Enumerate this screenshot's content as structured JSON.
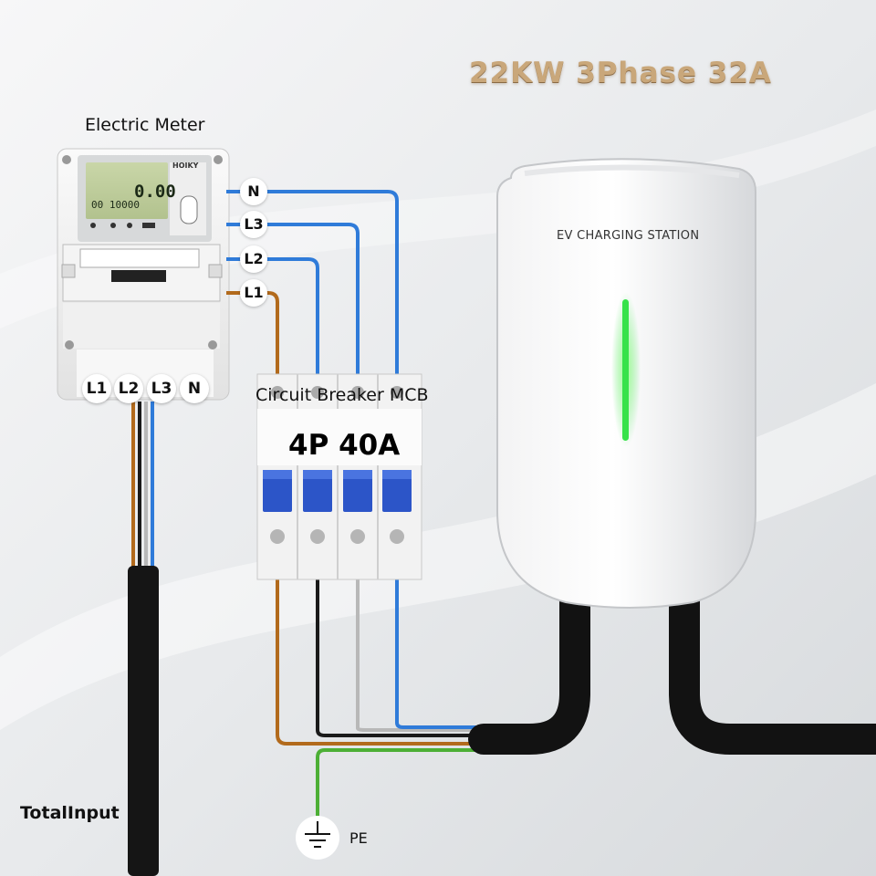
{
  "title": "22KW 3Phase 32A",
  "meter": {
    "label": "Electric Meter",
    "brand": "HOIKY",
    "display_reading": "0.00",
    "display_small": "00 10000",
    "bottom_terminals": [
      "L1",
      "L2",
      "L3",
      "N"
    ]
  },
  "wires": {
    "badges": [
      "N",
      "L3",
      "L2",
      "L1"
    ]
  },
  "breaker": {
    "label": "Circuit Breaker MCB",
    "rating": "4P 40A"
  },
  "station": {
    "label": "EV CHARGING STATION"
  },
  "input_label": "TotalInput",
  "ground_label": "PE",
  "colors": {
    "title": "#c9a77a",
    "wire_blue": "#2f7bd9",
    "wire_brown": "#b26a1c",
    "wire_black": "#1a1a1a",
    "wire_grey": "#b8b8b8",
    "wire_green": "#4caf35",
    "breaker_toggle": "#2c55c8",
    "status_led": "#37e24a"
  }
}
